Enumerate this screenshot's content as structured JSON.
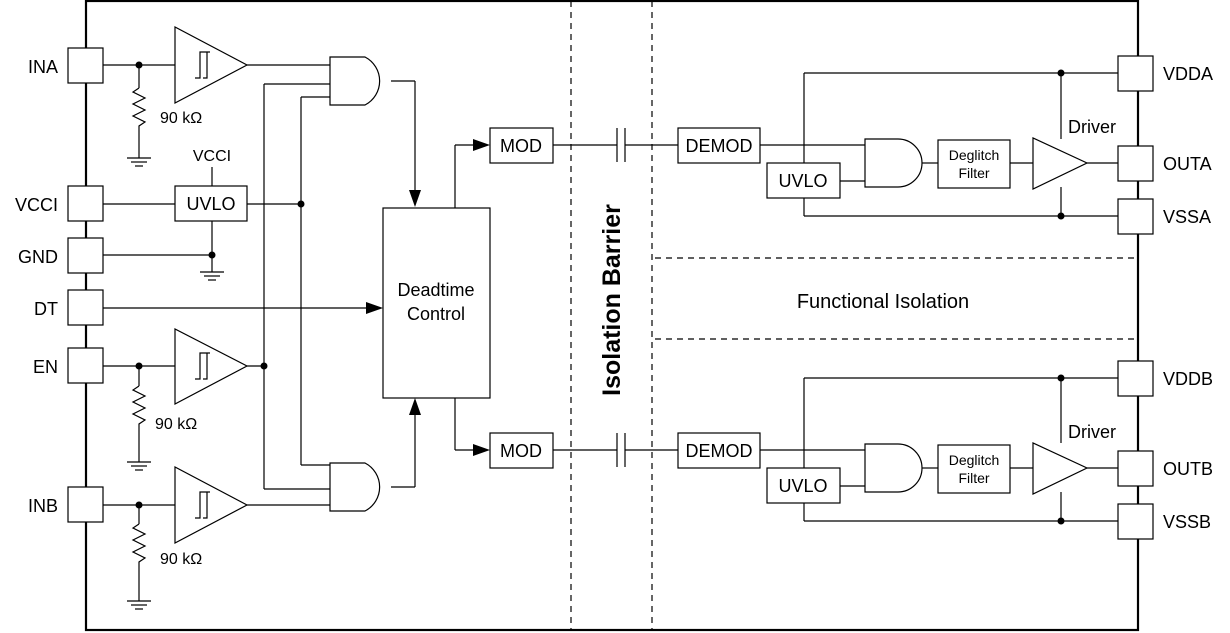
{
  "pins_left": {
    "ina": "INA",
    "vcci": "VCCI",
    "gnd": "GND",
    "dt": "DT",
    "en": "EN",
    "inb": "INB"
  },
  "pins_right": {
    "vdda": "VDDA",
    "outa": "OUTA",
    "vssa": "VSSA",
    "vddb": "VDDB",
    "outb": "OUTB",
    "vssb": "VSSB"
  },
  "resistors": {
    "ina": "90 kΩ",
    "en": "90 kΩ",
    "inb": "90 kΩ"
  },
  "blocks": {
    "vcci_supply": "VCCI",
    "uvlo_input": "UVLO",
    "deadtime_line1": "Deadtime",
    "deadtime_line2": "Control",
    "mod_a": "MOD",
    "mod_b": "MOD",
    "demod_a": "DEMOD",
    "demod_b": "DEMOD",
    "uvlo_a": "UVLO",
    "uvlo_b": "UVLO",
    "deglitch_a_line1": "Deglitch",
    "deglitch_a_line2": "Filter",
    "deglitch_b_line1": "Deglitch",
    "deglitch_b_line2": "Filter",
    "driver_a": "Driver",
    "driver_b": "Driver"
  },
  "regions": {
    "isolation_barrier": "Isolation Barrier",
    "functional_isolation": "Functional Isolation"
  }
}
